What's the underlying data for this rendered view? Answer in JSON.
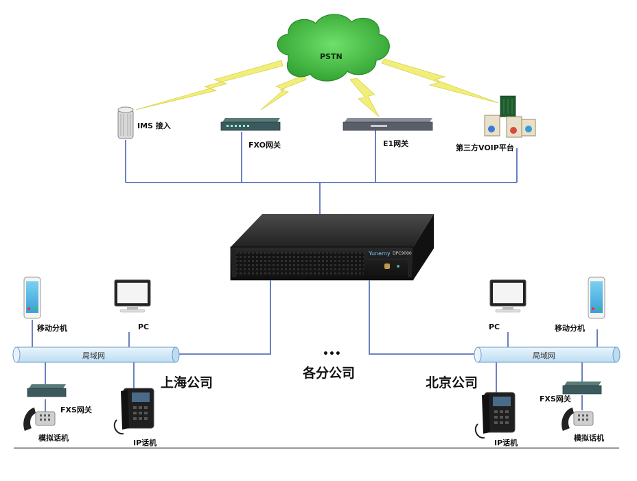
{
  "cloud": {
    "label": "PSTN"
  },
  "top_devices": {
    "ims": "IMS 接入",
    "fxo": "FXO网关",
    "e1": "E1网关",
    "voip": "第三方VOIP平台"
  },
  "server": {
    "brand": "Yunemy",
    "badge": "DPC9000"
  },
  "ellipsis": "•••",
  "center_label": "各分公司",
  "shanghai": {
    "name": "上海公司",
    "mobile": "移动分机",
    "pc": "PC",
    "lan": "局域网",
    "fxs": "FXS网关",
    "analog": "模拟话机",
    "ipphone": "IP话机"
  },
  "beijing": {
    "name": "北京公司",
    "mobile": "移动分机",
    "pc": "PC",
    "lan": "局域网",
    "fxs": "FXS网关",
    "analog": "模拟话机",
    "ipphone": "IP话机"
  },
  "colors": {
    "cloud": "#3fbf3f",
    "lightning": "#f2ee7a",
    "link": "#5a72b8",
    "lan_pipe": "#cfe6f7",
    "server": "#1c1c1c"
  }
}
